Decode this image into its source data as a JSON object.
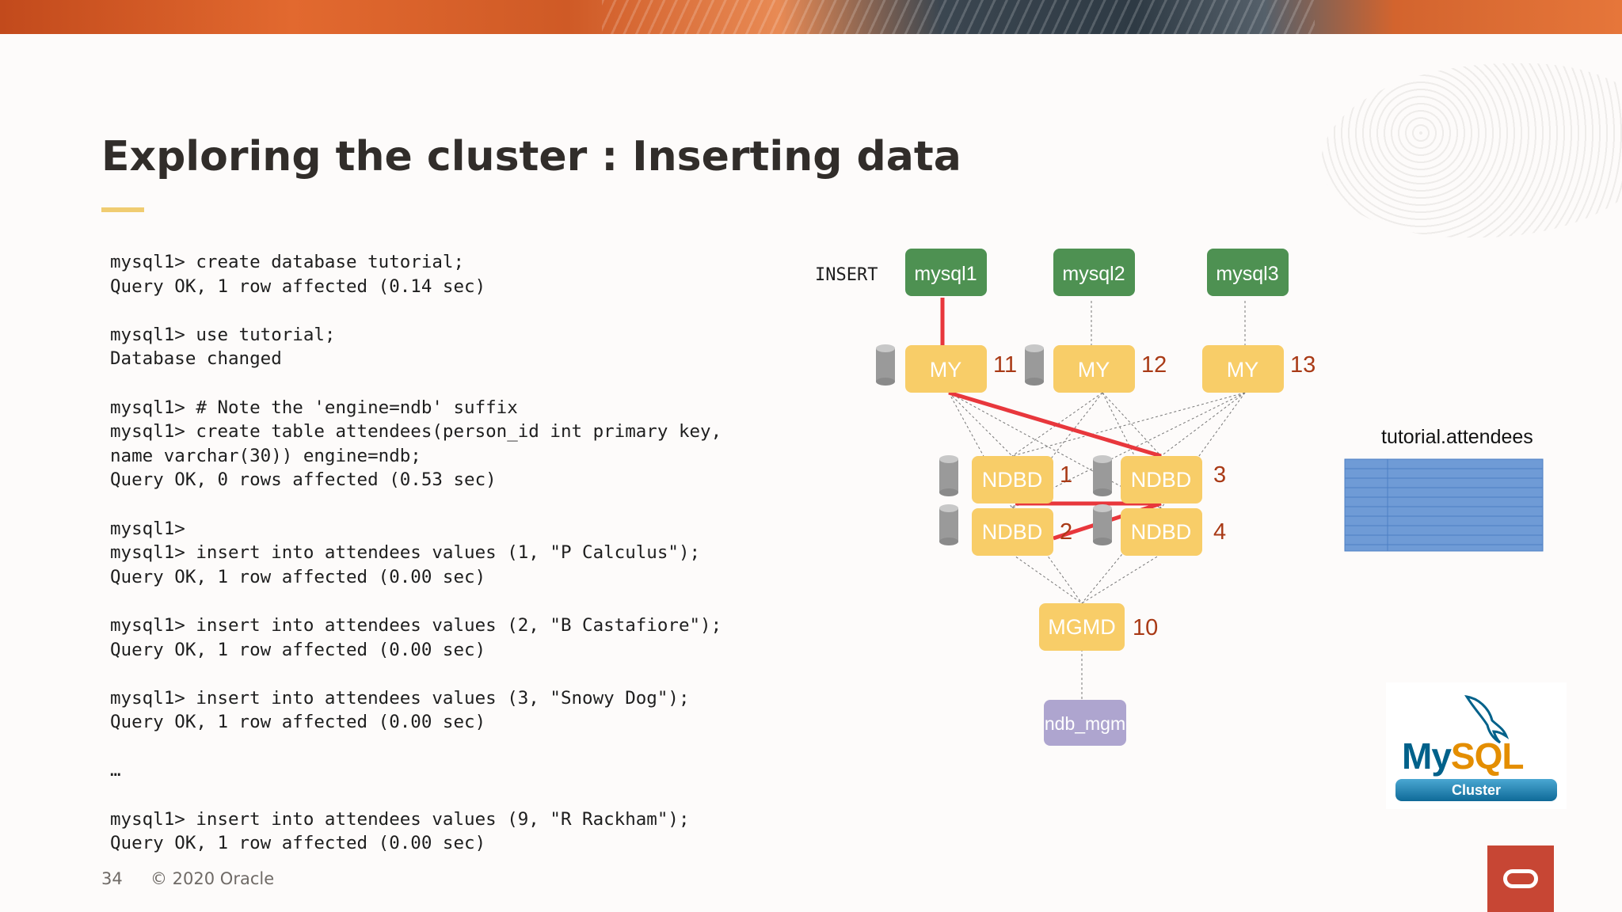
{
  "slide": {
    "title": "Exploring the cluster : Inserting data",
    "page_number": "34",
    "copyright": "© 2020 Oracle"
  },
  "code_lines": [
    "mysql1> create database tutorial;",
    "Query OK, 1 row affected (0.14 sec)",
    "",
    "mysql1> use tutorial;",
    "Database changed",
    "",
    "mysql1> # Note the 'engine=ndb' suffix",
    "mysql1> create table attendees(person_id int primary key,",
    "name varchar(30)) engine=ndb;",
    "Query OK, 0 rows affected (0.53 sec)",
    "",
    "mysql1>",
    "mysql1> insert into attendees values (1, \"P Calculus\");",
    "Query OK, 1 row affected (0.00 sec)",
    "",
    "mysql1> insert into attendees values (2, \"B Castafiore\");",
    "Query OK, 1 row affected (0.00 sec)",
    "",
    "mysql1> insert into attendees values (3, \"Snowy Dog\");",
    "Query OK, 1 row affected (0.00 sec)",
    "",
    "…",
    "",
    "mysql1> insert into attendees values (9, \"R Rackham\");",
    "Query OK, 1 row affected (0.00 sec)"
  ],
  "diagram": {
    "insert_label": "INSERT",
    "clients": [
      "mysql1",
      "mysql2",
      "mysql3"
    ],
    "my_nodes": [
      {
        "label": "MY",
        "id": "11"
      },
      {
        "label": "MY",
        "id": "12"
      },
      {
        "label": "MY",
        "id": "13"
      }
    ],
    "ndbd_nodes": [
      {
        "label": "NDBD",
        "id": "1"
      },
      {
        "label": "NDBD",
        "id": "3"
      },
      {
        "label": "NDBD",
        "id": "2"
      },
      {
        "label": "NDBD",
        "id": "4"
      }
    ],
    "mgmd_node": {
      "label": "MGMD",
      "id": "10"
    },
    "mgm_client": "ndb_mgm",
    "table_caption": "tutorial.attendees"
  },
  "logo": {
    "brand_main": "My",
    "brand_accent": "SQL",
    "badge": "Cluster"
  },
  "colors": {
    "client_green": "#4e9152",
    "node_yellow": "#f8cd68",
    "mgm_purple": "#aea5cf",
    "link_red": "#e8373c",
    "label_brown": "#a93a16",
    "table_blue": "#6f9bd6",
    "oracle_red": "#c74634"
  }
}
